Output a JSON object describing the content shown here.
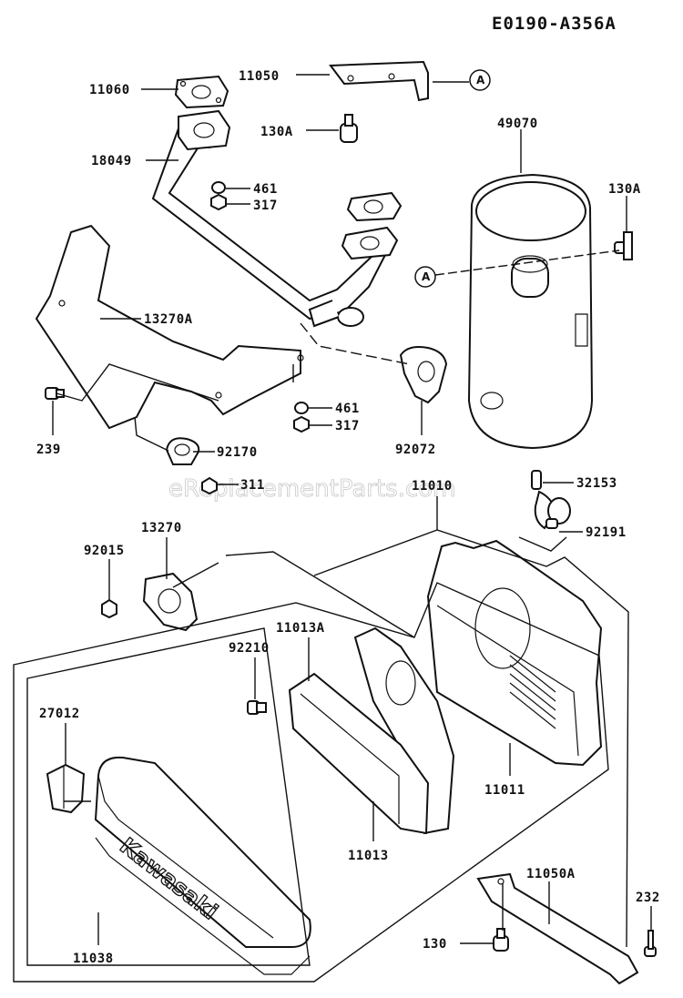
{
  "diagram_code": "E0190-A356A",
  "watermark": "eReplacementParts.com",
  "brand_text": "Kawasaki",
  "callouts": {
    "a1": "A",
    "a2": "A"
  },
  "labels": {
    "p11060": "11060",
    "p11050": "11050",
    "p130A_top": "130A",
    "p18049": "18049",
    "p461_top": "461",
    "p317_top": "317",
    "p49070": "49070",
    "p130A_right": "130A",
    "p13270A": "13270A",
    "p239": "239",
    "p461_bot": "461",
    "p317_bot": "317",
    "p92170": "92170",
    "p92072": "92072",
    "p311": "311",
    "p11010": "11010",
    "p32153": "32153",
    "p13270": "13270",
    "p92191": "92191",
    "p92015": "92015",
    "p11013A": "11013A",
    "p92210": "92210",
    "p27012": "27012",
    "p11011": "11011",
    "p11013": "11013",
    "p11050A": "11050A",
    "p232": "232",
    "p130": "130",
    "p11038": "11038"
  }
}
